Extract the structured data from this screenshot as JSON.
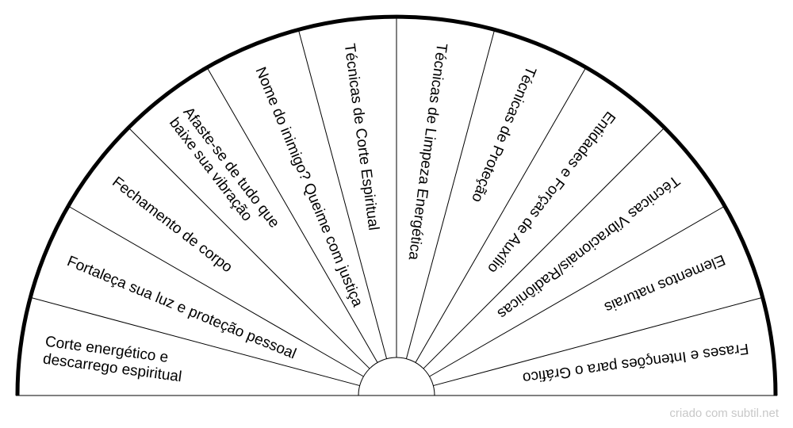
{
  "diagram": {
    "segments": [
      {
        "lines": [
          "Corte energético e",
          "descarrego espiritual"
        ]
      },
      {
        "lines": [
          "Fortaleça sua luz e proteção pessoal"
        ]
      },
      {
        "lines": [
          "Fechamento de corpo"
        ]
      },
      {
        "lines": [
          "Afaste-se de tudo que",
          "baixe sua vibração"
        ]
      },
      {
        "lines": [
          "Nome do inimigo? Queime com justiça"
        ]
      },
      {
        "lines": [
          "Técnicas de Corte Espiritual"
        ]
      },
      {
        "lines": [
          "Técnicas de Limpeza Energética"
        ]
      },
      {
        "lines": [
          "Técnicas de Proteção"
        ]
      },
      {
        "lines": [
          "Entidades e Forças de Auxílio"
        ]
      },
      {
        "lines": [
          "Técnicas Vibracionais/Radiônicas"
        ]
      },
      {
        "lines": [
          "Elementos naturais"
        ]
      },
      {
        "lines": [
          "Frases e Intenções para o Gráfico"
        ]
      }
    ],
    "colors": {
      "stroke": "#000000",
      "background": "#ffffff",
      "credit": "#c8c8c8"
    }
  },
  "footer": {
    "credit": "criado com subtil.net"
  }
}
